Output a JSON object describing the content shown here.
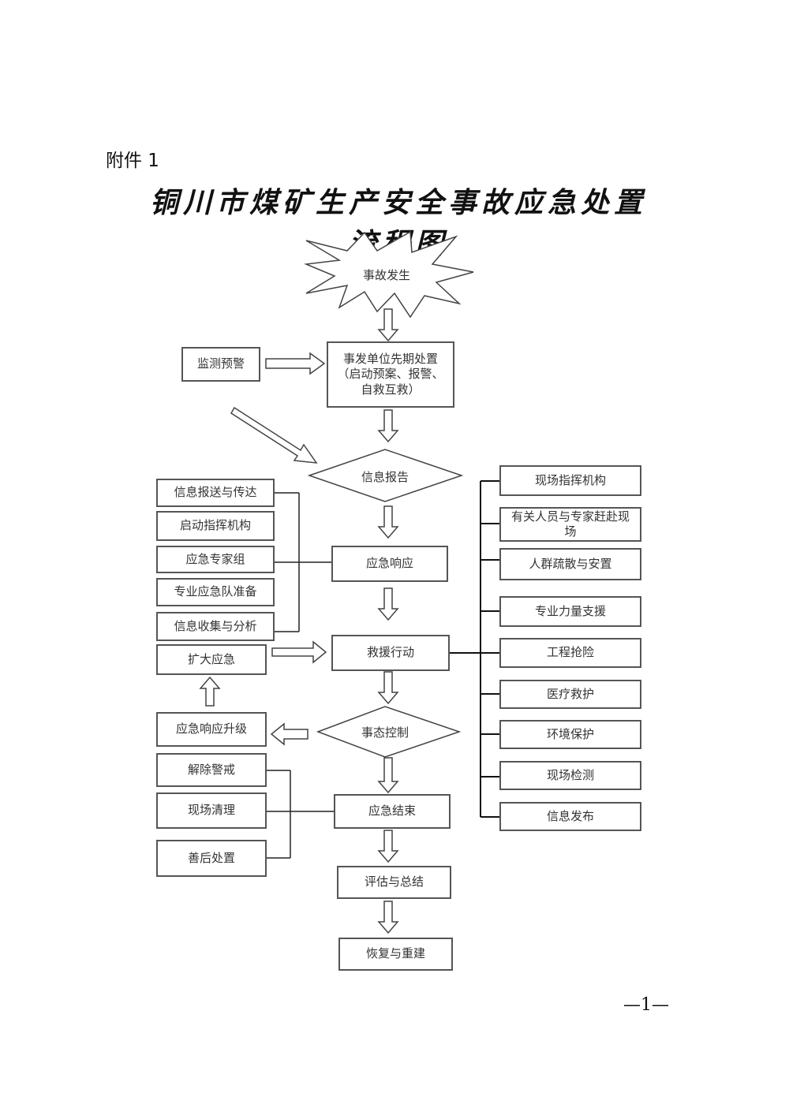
{
  "header": {
    "attachment": "附件 1",
    "title": "铜川市煤矿生产安全事故应急处置流程图"
  },
  "flow": {
    "start": "事故发生",
    "initial_response": {
      "line1": "事发单位先期处置",
      "line2": "（启动预案、报警、",
      "line3": "自救互救）"
    },
    "monitoring": "监测预警",
    "info_report": "信息报告",
    "emergency_response": "应急响应",
    "rescue_action": "救援行动",
    "situation_control": "事态控制",
    "emergency_end": "应急结束",
    "evaluation": "评估与总结",
    "recovery": "恢复与重建",
    "expand_emergency": "扩大应急",
    "response_upgrade": "应急响应升级"
  },
  "response_actions": [
    "信息报送与传达",
    "启动指挥机构",
    "应急专家组",
    "专业应急队准备",
    "信息收集与分析"
  ],
  "rescue_actions": [
    "现场指挥机构",
    "有关人员与专家赶赴现场",
    "人群疏散与安置",
    "专业力量支援",
    "工程抢险",
    "医疗救护",
    "环境保护",
    "现场检测",
    "信息发布"
  ],
  "end_actions": [
    "解除警戒",
    "现场清理",
    "善后处置"
  ],
  "footer": {
    "page_number": "—1—"
  }
}
